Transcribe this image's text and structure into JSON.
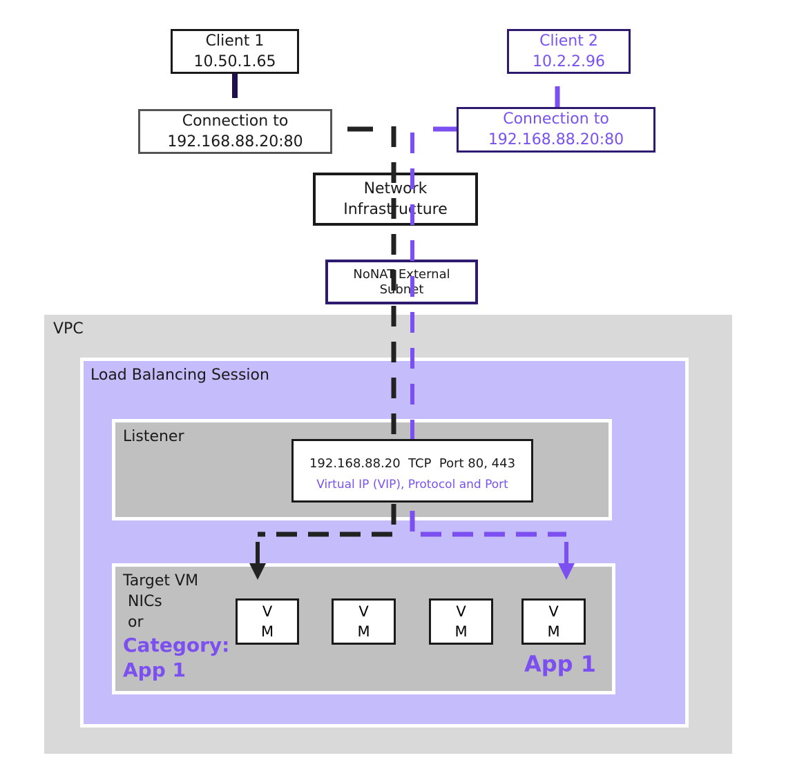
{
  "client1": {
    "name": "Client 1",
    "ip": "10.50.1.65"
  },
  "client2": {
    "name": "Client 2",
    "ip": "10.2.2.96"
  },
  "connection1": {
    "line1": "Connection to",
    "line2": "192.168.88.20:80"
  },
  "connection2": {
    "line1": "Connection to",
    "line2": "192.168.88.20:80"
  },
  "network_infrastructure": {
    "line1": "Network",
    "line2": "Infrastructure"
  },
  "nonat_subnet": {
    "line1": "NoNAT External",
    "line2": "Subnet"
  },
  "vpc": {
    "label": "VPC"
  },
  "lb_session": {
    "label": "Load Balancing Session"
  },
  "listener": {
    "label": "Listener",
    "vip_line": "192.168.88.20  TCP  Port 80, 443",
    "vip_caption": "Virtual IP (VIP), Protocol and Port"
  },
  "target": {
    "line1": "Target VM",
    "line2": "NICs",
    "line3": "or",
    "category": "Category:",
    "category_value": "App 1",
    "app_label": "App 1"
  },
  "vms": [
    {
      "top": "V",
      "bottom": "M"
    },
    {
      "top": "V",
      "bottom": "M"
    },
    {
      "top": "V",
      "bottom": "M"
    },
    {
      "top": "V",
      "bottom": "M"
    }
  ],
  "colors": {
    "client1_path": "#1a1a1a",
    "client2_path": "#7b4ff0",
    "lb_fill": "#c5bcfb",
    "vpc_fill": "#d9d9d9",
    "inner_fill": "#c0c0c0"
  }
}
